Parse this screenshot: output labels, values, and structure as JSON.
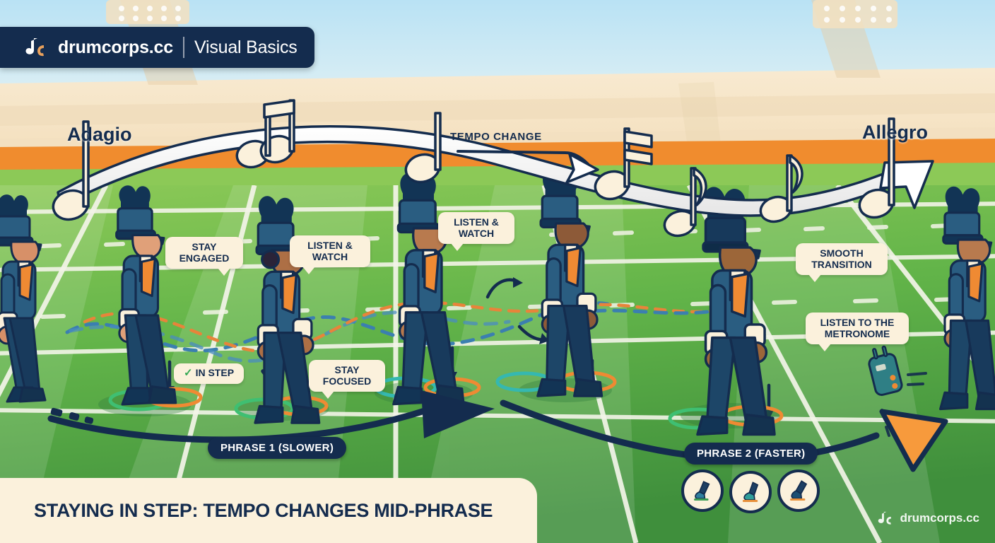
{
  "header": {
    "logo_icon": "dc-note-logo-icon",
    "brand": "drumcorps.cc",
    "section": "Visual Basics",
    "divider": "|"
  },
  "tempo": {
    "start_label": "Adagio",
    "change_label": "TEMPO CHANGE",
    "end_label": "Allegro"
  },
  "callouts": [
    {
      "id": "stay-engaged",
      "text": "STAY\nENGAGED"
    },
    {
      "id": "listen-watch-1",
      "text": "LISTEN &\nWATCH"
    },
    {
      "id": "listen-watch-2",
      "text": "LISTEN &\nWATCH"
    },
    {
      "id": "in-step",
      "text": "IN STEP",
      "check": "✓"
    },
    {
      "id": "stay-focused",
      "text": "STAY\nFOCUSED"
    },
    {
      "id": "smooth-transition",
      "text": "SMOOTH\nTRANSITION"
    },
    {
      "id": "listen-metronome",
      "text": "LISTEN TO THE\nMETRONOME"
    }
  ],
  "phrases": [
    {
      "id": "phrase-1",
      "label": "PHRASE 1 (SLOWER)"
    },
    {
      "id": "phrase-2",
      "label": "PHRASE 2 (FASTER)"
    }
  ],
  "footsteps": [
    {
      "id": "footstep-1",
      "icon": "foot-step-icon",
      "bar_color": "#3d9c56"
    },
    {
      "id": "footstep-2",
      "icon": "foot-step-icon",
      "bar_color": "#e8903a"
    },
    {
      "id": "footstep-3",
      "icon": "foot-step-icon",
      "bar_color": "#e8903a"
    }
  ],
  "title": "STAYING IN STEP: TEMPO CHANGES MID-PHRASE",
  "watermark": {
    "icon": "dc-note-logo-icon",
    "text": "drumcorps.cc"
  },
  "colors": {
    "navy": "#142c4e",
    "cream": "#fbf1dc",
    "field_green": "#6dbd4a",
    "field_green_dark": "#4d9e3f",
    "track_orange": "#f08c2e",
    "sky_blue": "#bfe3f2",
    "stand_cream": "#f6e3c6",
    "uniform_blue": "#2f6384",
    "sash_orange": "#ef8a33",
    "accent_green": "#34a853",
    "metronome_teal": "#2f7f85"
  },
  "scene": {
    "marchers": 8,
    "music_notes": 6,
    "swoosh": "tempo-swoosh-ribbon"
  }
}
